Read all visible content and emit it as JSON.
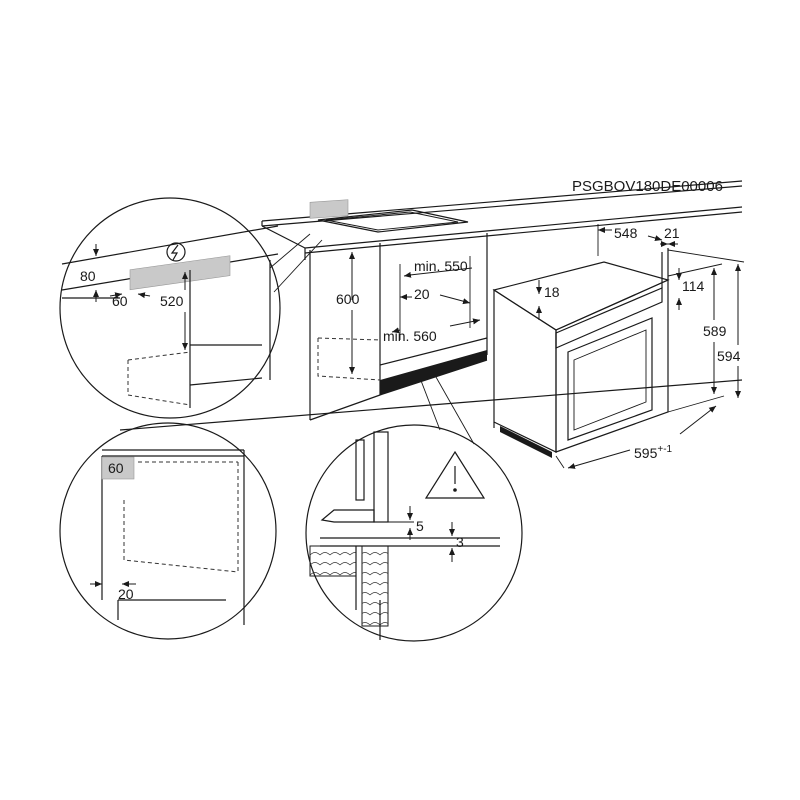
{
  "diagram_code": "PSGBOV180DE00006",
  "labels": {
    "zoom1_80": "80",
    "zoom1_60": "60",
    "zoom1_520": "520",
    "cab_600": "600",
    "cab_min550": "min. 550",
    "cab_20": "20",
    "cab_min560": "min. 560",
    "oven_548": "548",
    "oven_21": "21",
    "oven_18": "18",
    "oven_114": "114",
    "oven_589": "589",
    "oven_594": "594",
    "oven_595": "595",
    "oven_595_tol": "+-1",
    "zoom2_60": "60",
    "zoom2_20": "20",
    "zoom3_5": "5",
    "zoom3_3": "3"
  },
  "icons": [
    "electric-connection-icon",
    "warning-triangle-icon"
  ]
}
